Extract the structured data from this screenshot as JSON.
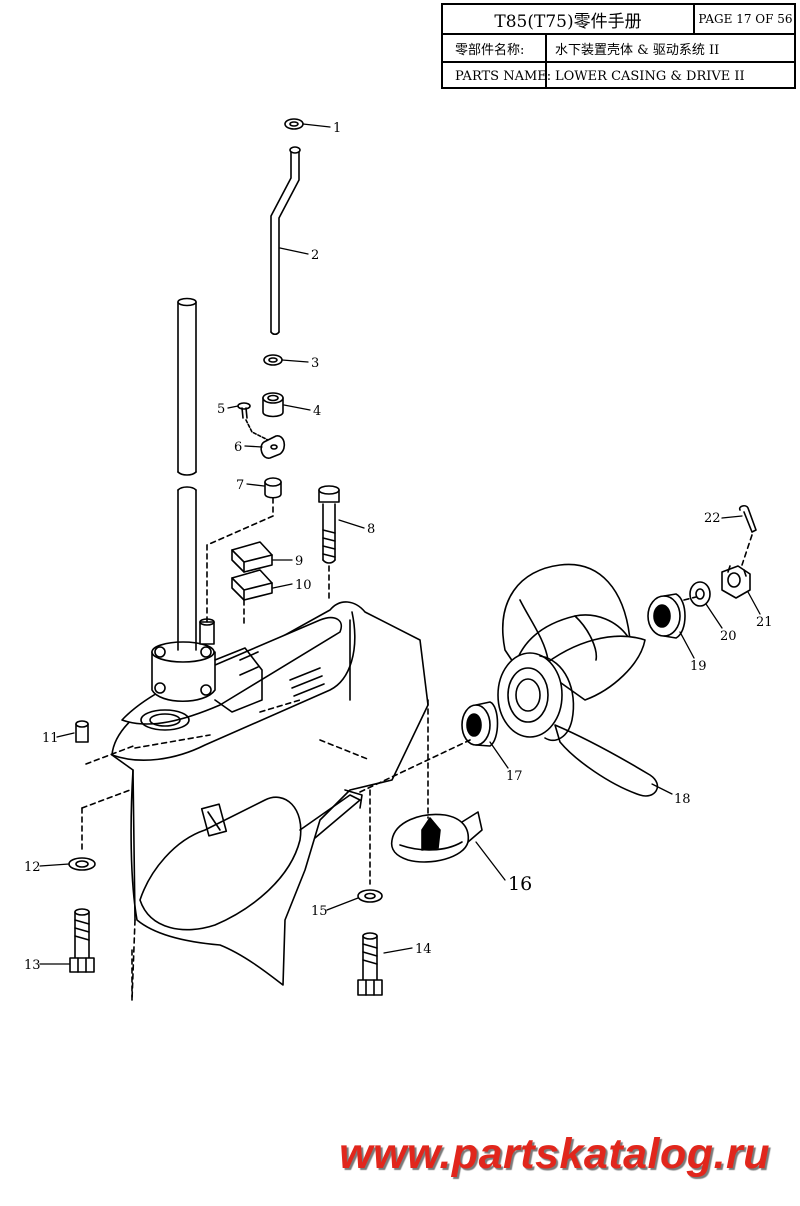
{
  "header": {
    "title": "T85(T75)零件手册",
    "page": "PAGE 17 OF 56",
    "name_label_cn": "零部件名称:",
    "name_value_cn": "水下装置壳体 & 驱动系统 II",
    "name_label_en": "PARTS NAME:",
    "name_value_en": "LOWER CASING & DRIVE II"
  },
  "callouts": [
    "1",
    "2",
    "3",
    "4",
    "5",
    "6",
    "7",
    "8",
    "9",
    "10",
    "11",
    "12",
    "13",
    "14",
    "15",
    "16",
    "17",
    "18",
    "19",
    "20",
    "21",
    "22"
  ],
  "watermark": "www.partskatalog.ru"
}
